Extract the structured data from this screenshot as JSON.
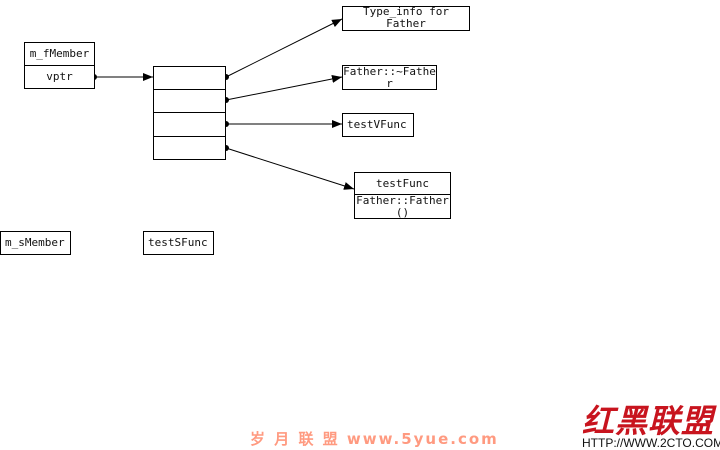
{
  "object": {
    "member_label": "m_fMember",
    "vptr_label": "vptr"
  },
  "vtable": {
    "slot_count": 4
  },
  "targets": {
    "type_info": "Type_info for Father",
    "destructor": "Father::~Father",
    "virtual_func": "testVFunc",
    "func": "testFunc",
    "constructor": "Father::Father()"
  },
  "statics": {
    "static_member": "m_sMember",
    "static_func": "testSFunc"
  },
  "watermarks": {
    "left_text": "岁 月 联 盟  www.5yue.com",
    "right_title": "红黑联盟",
    "right_url": "HTTP://WWW.2CTO.COM"
  },
  "colors": {
    "stroke": "#000000",
    "watermark_left": "#ff9a80",
    "watermark_right": "#c8141e"
  }
}
